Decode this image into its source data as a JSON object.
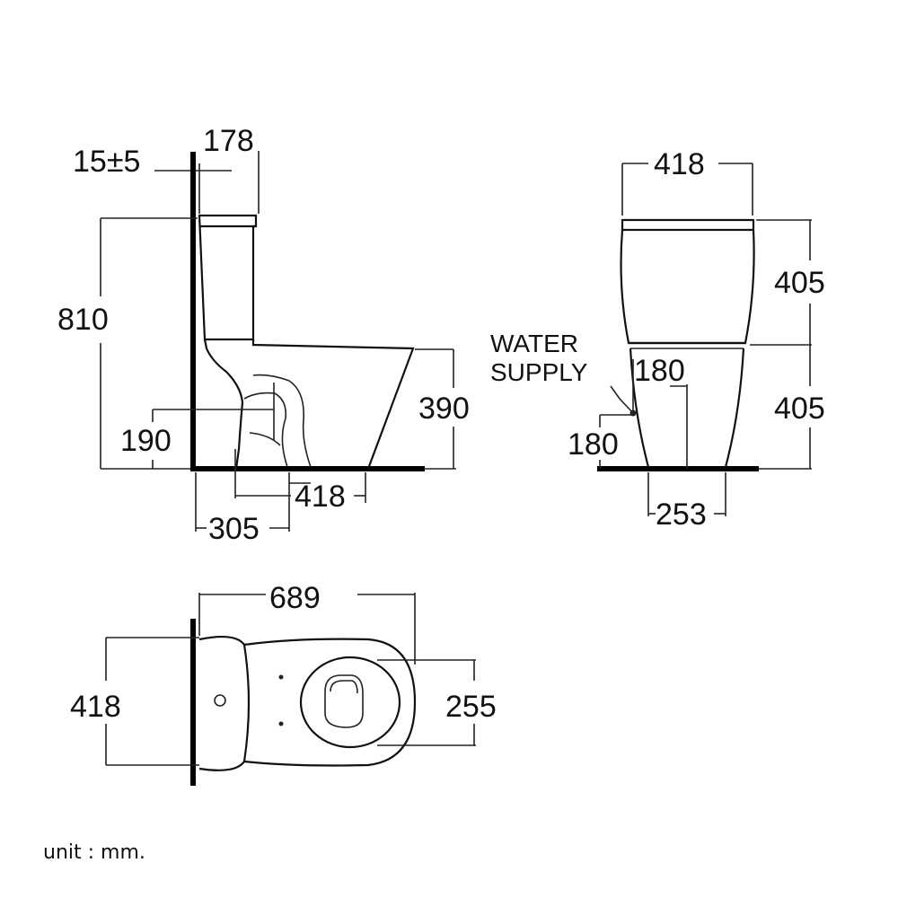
{
  "side_view": {
    "dim_wall_gap": "15±5",
    "dim_tank_depth": "178",
    "dim_total_height": "810",
    "dim_bowl_height": "390",
    "dim_outlet_height": "190",
    "dim_outlet_to_front": "418",
    "dim_outlet_from_wall": "305"
  },
  "front_view": {
    "dim_width": "418",
    "dim_tank_height": "405",
    "dim_base_height": "405",
    "water_supply_line1": "WATER",
    "water_supply_line2": "SUPPLY",
    "dim_supply_offset": "180",
    "dim_supply_height": "180",
    "dim_base_width": "253"
  },
  "top_view": {
    "dim_length": "689",
    "dim_width": "418",
    "dim_seat_width": "255"
  },
  "footer": {
    "unit_text": "unit : mm."
  }
}
